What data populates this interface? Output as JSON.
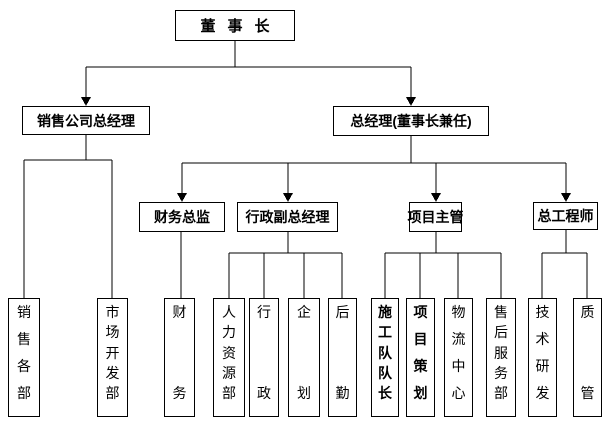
{
  "page": {
    "background_color": "#ffffff",
    "line_color": "#000000",
    "text_color": "#000000"
  },
  "org_chart": {
    "root": {
      "id": "chairman",
      "label": "董事长"
    },
    "level2": [
      {
        "id": "sales-company-gm",
        "label": "销售公司总经理"
      },
      {
        "id": "general-manager",
        "label": "总经理(董事长兼任)"
      }
    ],
    "level3": [
      {
        "id": "finance-director",
        "label": "财务总监"
      },
      {
        "id": "admin-deputy-gm",
        "label": "行政副总经理"
      },
      {
        "id": "project-supervisor",
        "label": "项目主管"
      },
      {
        "id": "chief-engineer",
        "label": "总工程师"
      }
    ],
    "departments": [
      {
        "id": "sales-departments",
        "label": "销售各部"
      },
      {
        "id": "market-development-dept",
        "label": "市场开发部"
      },
      {
        "id": "finance-dept",
        "label": "财务"
      },
      {
        "id": "hr-dept",
        "label": "人力资源部"
      },
      {
        "id": "admin-dept",
        "label": "行政"
      },
      {
        "id": "planning-dept",
        "label": "企划"
      },
      {
        "id": "logistics-support-dept",
        "label": "后勤"
      },
      {
        "id": "construction-team-leader",
        "label": "施工队队长"
      },
      {
        "id": "project-planning-dept",
        "label": "项目策划"
      },
      {
        "id": "logistics-center",
        "label": "物流中心"
      },
      {
        "id": "after-sales-service-dept",
        "label": "售后服务部"
      },
      {
        "id": "tech-rd-dept",
        "label": "技术研发"
      },
      {
        "id": "quality-mgmt-dept",
        "label": "质管"
      }
    ]
  }
}
